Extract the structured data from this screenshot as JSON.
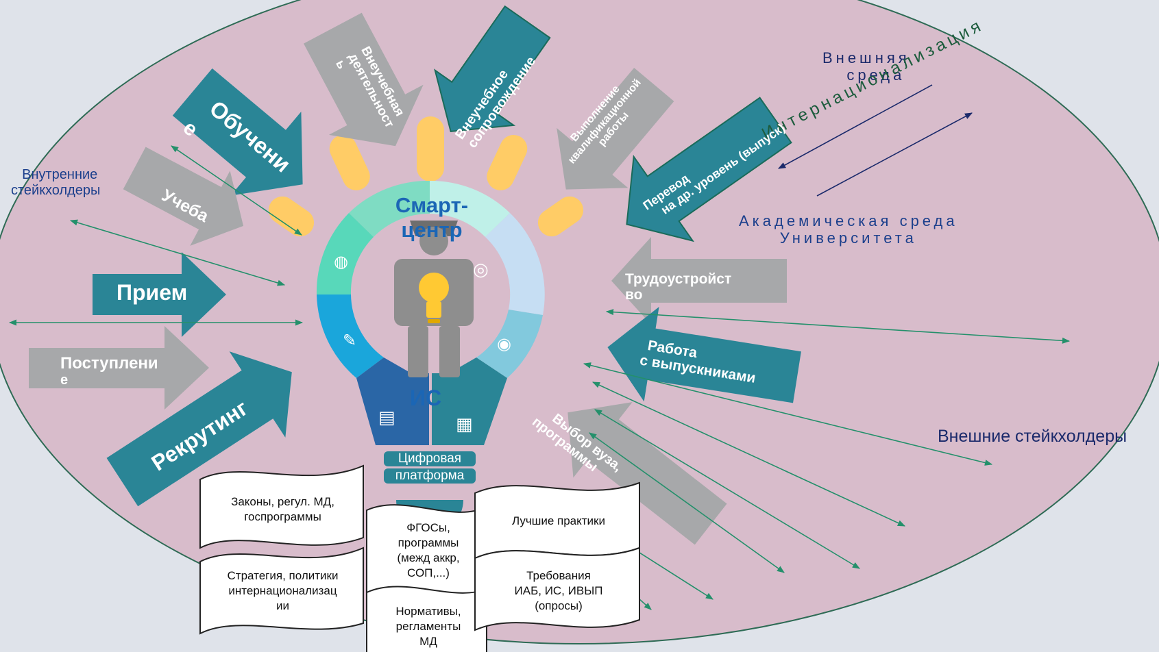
{
  "labels": {
    "internal_stakeholders_l1": "Внутренние",
    "internal_stakeholders_l2": "стейкхолдеры",
    "external_stakeholders": "Внешние стейкхолдеры",
    "external_env_l1": "Внешняя",
    "external_env_l2": "среда",
    "internationalization": "Интернационализация",
    "academic_env_l1": "Академическая среда",
    "academic_env_l2": "Университета",
    "smart_center_l1": "Смарт-",
    "smart_center_l2": "центр",
    "is": "ИС",
    "digital_platform_l1": "Цифровая",
    "digital_platform_l2": "платформа"
  },
  "arrows": {
    "vneuchebnaya_l1": "Внеучебная",
    "vneuchebnaya_l2": "деятельност",
    "vneuchebnaya_l3": "ь",
    "soprovozhdenie_l1": "Внеучебное",
    "soprovozhdenie_l2": "сопровождение",
    "obuchenie_l1": "Обучени",
    "obuchenie_l2": "е",
    "ucheba": "Учеба",
    "priem": "Прием",
    "postuplenie_l1": "Поступлени",
    "postuplenie_l2": "е",
    "rekruting": "Рекрутинг",
    "vkr_l1": "Выполнение",
    "vkr_l2": "квалификационной",
    "vkr_l3": "работы",
    "perevod_l1": "Перевод",
    "perevod_l2": "на др. уровень (выпуск)",
    "trudo_l1": "Трудоустройст",
    "trudo_l2": "во",
    "vypuskniki_l1": "Работа",
    "vypuskniki_l2": "с выпускниками",
    "vybor_l1": "Выбор вуза,",
    "vybor_l2": "программы"
  },
  "documents": {
    "laws_l1": "Законы, регул. МД,",
    "laws_l2": "госпрограммы",
    "strategy_l1": "Стратегия, политики",
    "strategy_l2": "интернационализац",
    "strategy_l3": "ии",
    "fgos_l1": "ФГОСы,",
    "fgos_l2": "программы",
    "fgos_l3": "(межд аккр,",
    "fgos_l4": "СОП,...)",
    "norms_l1": "Нормативы,",
    "norms_l2": "регламенты",
    "norms_l3": "МД",
    "best_practices": "Лучшие практики",
    "req_l1": "Требования",
    "req_l2": "ИАБ, ИС, ИВЫП",
    "req_l3": "(опросы)"
  },
  "colors": {
    "ellipse": "#d8bccb",
    "teal_dark": "#2a8596",
    "gray_arrow": "#a7a8aa",
    "bulb_yellow": "#ffcc66",
    "line_green": "#24906b",
    "navy": "#1b2a6b"
  }
}
